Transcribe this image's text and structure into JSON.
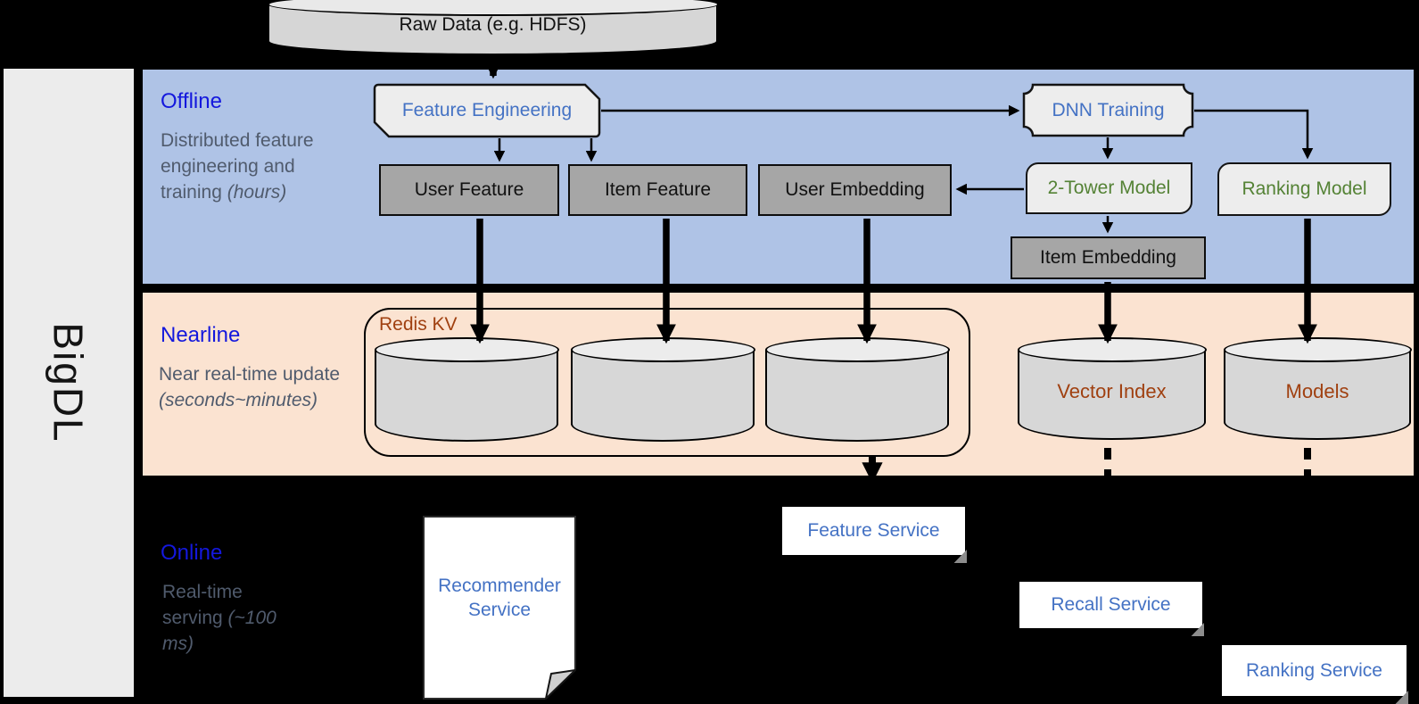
{
  "sidebar": {
    "brand": "BigDL"
  },
  "source_db": {
    "label": "Raw Data (e.g. HDFS)"
  },
  "offline": {
    "title": "Offline",
    "description": "Distributed feature engineering and training",
    "description_note": "(hours)",
    "nodes": {
      "feature_engineering": "Feature Engineering",
      "dnn_training": "DNN Training",
      "user_feature": "User Feature",
      "item_feature": "Item Feature",
      "user_embedding": "User Embedding",
      "two_tower_model": "2-Tower Model",
      "ranking_model": "Ranking Model",
      "item_embedding": "Item Embedding"
    }
  },
  "nearline": {
    "title": "Nearline",
    "description": "Near real-time update",
    "description_note": "(seconds~minutes)",
    "nodes": {
      "redis_kv": "Redis KV",
      "vector_index": "Vector Index",
      "models": "Models"
    }
  },
  "online": {
    "title": "Online",
    "description": "Real-time serving",
    "description_note": "(~100 ms)",
    "nodes": {
      "recommender_service": "Recommender Service",
      "feature_service": "Feature Service",
      "recall_service": "Recall Service",
      "ranking_service": "Ranking Service"
    }
  },
  "colors": {
    "offline_band": "#afc3e6",
    "nearline_band": "#fbe3d1",
    "online_band": "#000000",
    "band_title_blue": "#1418dd",
    "description_gray": "#505b6d",
    "node_text_blue": "#4472c4",
    "model_text_green": "#548235",
    "store_text_brown": "#a04010",
    "gray_node_fill": "#a6a6a6",
    "light_node_fill": "#ededed",
    "cylinder_fill": "#d7d7d7",
    "sidebar_fill": "#ececec"
  }
}
